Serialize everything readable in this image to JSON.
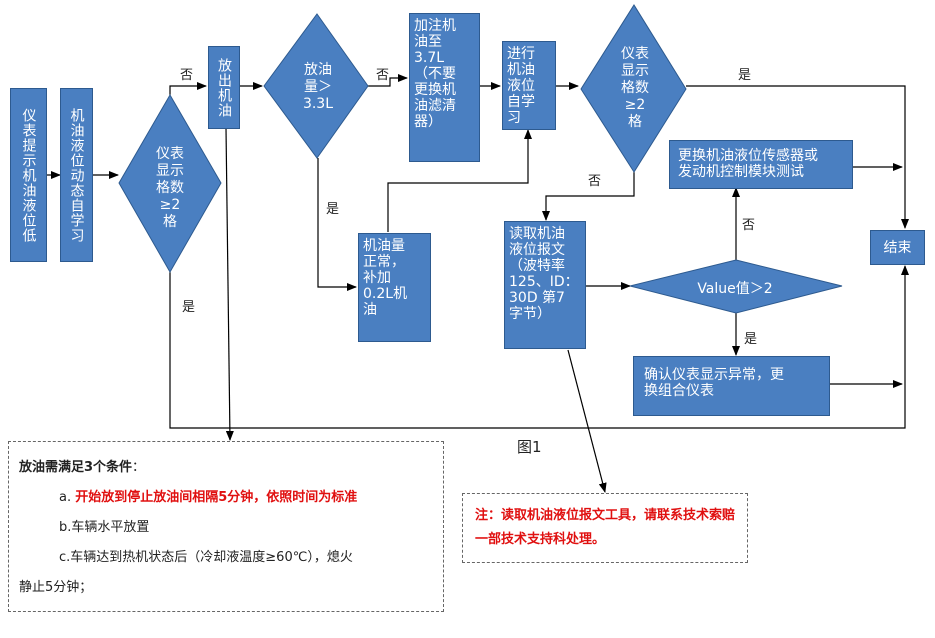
{
  "nodes": {
    "start": "仪表提示机油液位低",
    "learn1": "机油液位动态自学习",
    "dec1": [
      "仪表",
      "显示",
      "格数",
      "≥2",
      "格"
    ],
    "drain": "放出机油",
    "dec2": [
      "放油",
      "量＞",
      "3.3L"
    ],
    "refill": "加注机\n油至\n3.7L\n（不要\n更换机\n油滤清\n器）",
    "learn2": "进行\n机油\n液位\n自学\n习",
    "dec3": [
      "仪表",
      "显示",
      "格数",
      "≥2",
      "格"
    ],
    "normal": "机油量\n正常，\n补加\n0.2L机\n油",
    "read": "读取机油\n液位报文\n（波特率\n125、ID：\n30D 第7\n字节）",
    "replace_sensor": "更换机油液位传感器或\n发动机控制模块测试",
    "value_dec": "Value值＞2",
    "confirm": "确认仪表显示异常，更\n换组合仪表",
    "end": "结束"
  },
  "edge_labels": {
    "no1": "否",
    "yes1": "是",
    "no2": "否",
    "yes2": "是",
    "yes3": "是",
    "no3": "否",
    "no_value": "否",
    "yes_value": "是"
  },
  "figure_caption": "图1",
  "note_drain": {
    "title": "放油需满足3个条件",
    "title_suffix": "：",
    "a_prefix": "a.",
    "a_text": "开始放到停止放油间相隔5分钟，依照时间为标准",
    "b_text": "b.车辆水平放置",
    "c_text_1": "c.车辆达到热机状态后（冷却液温度≥60℃），熄火",
    "c_text_2": "静止5分钟；"
  },
  "note_tool": "注：读取机油液位报文工具，请联系技术索赔一部技术支持科处理。",
  "colors": {
    "node_fill": "#4a7fc1",
    "node_border": "#2d5a8f",
    "line": "#000000",
    "alert_red": "#e01010"
  }
}
